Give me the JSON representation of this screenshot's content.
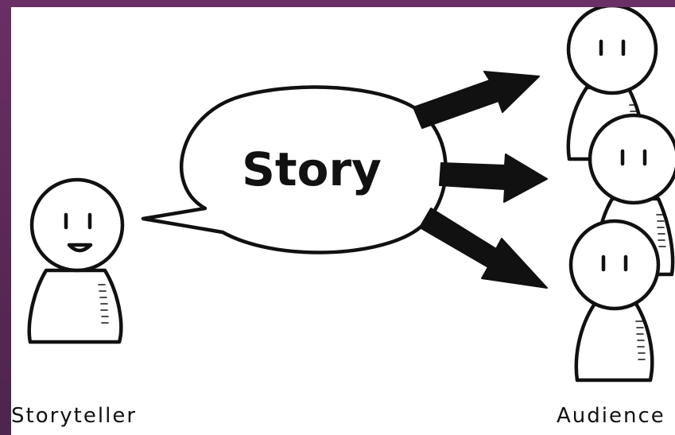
{
  "bubble": {
    "text": "Story"
  },
  "labels": {
    "storyteller": "Storyteller",
    "audience": "Audience"
  },
  "colors": {
    "background": "#5e2b5e",
    "canvas": "#ffffff",
    "stroke": "#111111"
  }
}
